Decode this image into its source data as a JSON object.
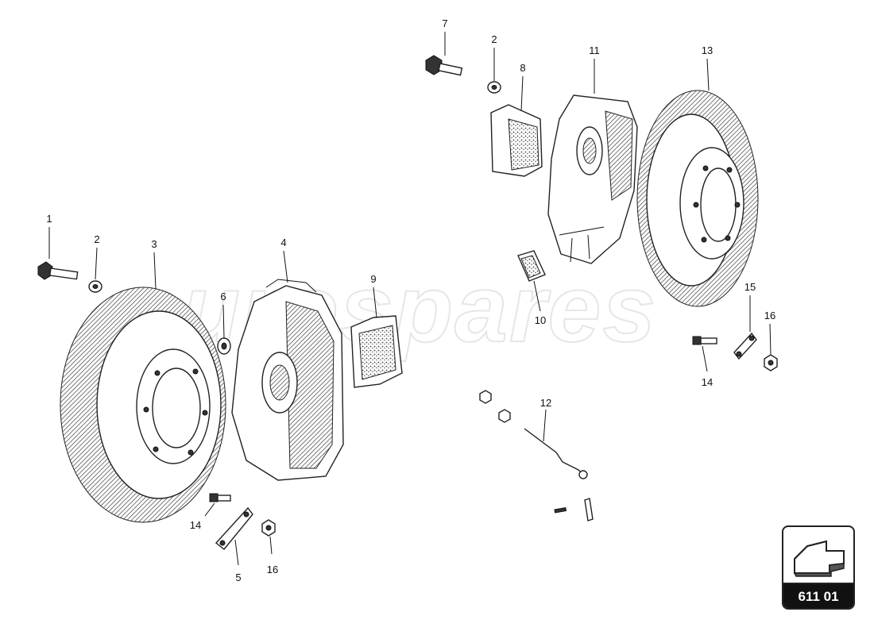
{
  "watermark": "eurospares",
  "reference_code": "611 01",
  "callouts": [
    {
      "id": "c1",
      "label": "1"
    },
    {
      "id": "c2a",
      "label": "2"
    },
    {
      "id": "c3",
      "label": "3"
    },
    {
      "id": "c4",
      "label": "4"
    },
    {
      "id": "c6",
      "label": "6"
    },
    {
      "id": "c9",
      "label": "9"
    },
    {
      "id": "c14a",
      "label": "14"
    },
    {
      "id": "c5",
      "label": "5"
    },
    {
      "id": "c16a",
      "label": "16"
    },
    {
      "id": "c7",
      "label": "7"
    },
    {
      "id": "c2b",
      "label": "2"
    },
    {
      "id": "c8",
      "label": "8"
    },
    {
      "id": "c11",
      "label": "11"
    },
    {
      "id": "c13",
      "label": "13"
    },
    {
      "id": "c10",
      "label": "10"
    },
    {
      "id": "c15",
      "label": "15"
    },
    {
      "id": "c16b",
      "label": "16"
    },
    {
      "id": "c14b",
      "label": "14"
    },
    {
      "id": "c12",
      "label": "12"
    }
  ]
}
